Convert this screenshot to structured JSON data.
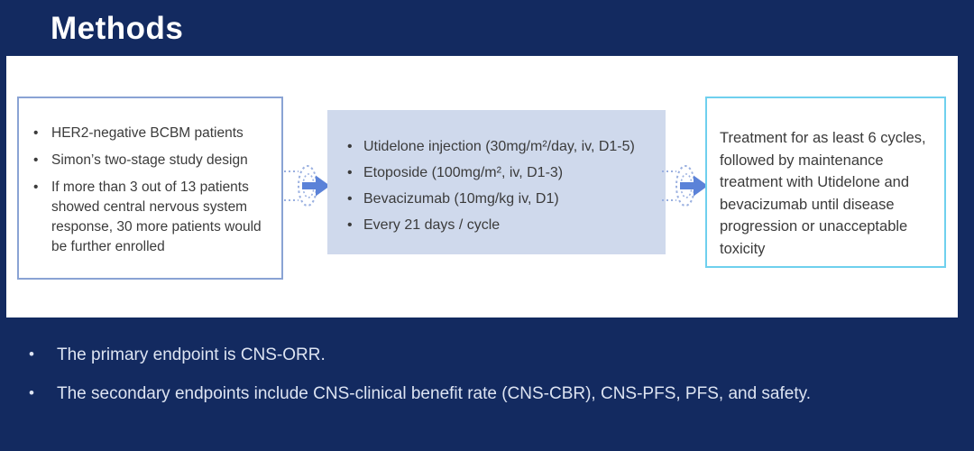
{
  "title": "Methods",
  "boxes": {
    "enrollment": {
      "items": [
        "HER2-negative BCBM patients",
        "Simon’s two-stage study design",
        "If more than 3 out of 13 patients showed central nervous system response, 30 more patients would be further enrolled"
      ]
    },
    "regimen": {
      "items": [
        "Utidelone injection (30mg/m²/day, iv, D1-5)",
        "Etoposide (100mg/m², iv, D1-3)",
        "Bevacizumab (10mg/kg iv, D1)",
        "Every 21 days / cycle"
      ]
    },
    "maintenance": {
      "text": "Treatment for as least 6 cycles, followed by maintenance treatment with Utidelone and bevacizumab until disease progression or unacceptable toxicity"
    }
  },
  "endpoints": [
    "The primary endpoint is CNS-ORR.",
    "The secondary endpoints include CNS-clinical benefit rate (CNS-CBR), CNS-PFS, PFS, and safety."
  ],
  "colors": {
    "slide_background": "#132a60",
    "panel_background": "#ffffff",
    "enrollment_border": "#8aa3d4",
    "regimen_fill": "#cfd9ec",
    "maintenance_border": "#6fd0ee",
    "arrow_blue": "#5b82d8",
    "arrow_ring": "#9ab0e0",
    "body_text": "#3b3b3b",
    "endpoint_text": "#dde4f2"
  }
}
